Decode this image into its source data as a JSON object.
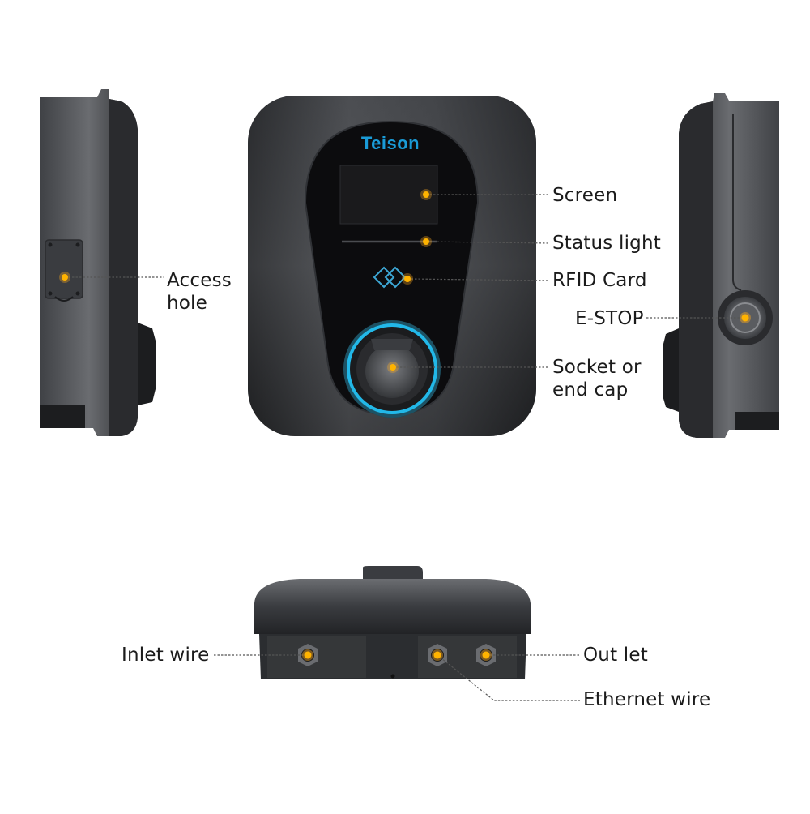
{
  "brand": {
    "logo_text": "Teison"
  },
  "labels": {
    "screen": "Screen",
    "status_light": "Status light",
    "rfid_card": "RFID Card",
    "e_stop": "E-STOP",
    "socket_line1": "Socket or",
    "socket_line2": "end cap",
    "access_line1": "Access",
    "access_line2": "hole",
    "inlet_wire": "Inlet wire",
    "out_let": "Out let",
    "ethernet_wire": "Ethernet wire"
  },
  "colors": {
    "marker": "#f5a623",
    "marker_core": "#ffb300",
    "ring_glow": "#22b8e8",
    "body_dark": "#2b2d30",
    "face_black": "#0c0c0e",
    "leader": "#555555",
    "label_text": "#1b1b1b"
  }
}
